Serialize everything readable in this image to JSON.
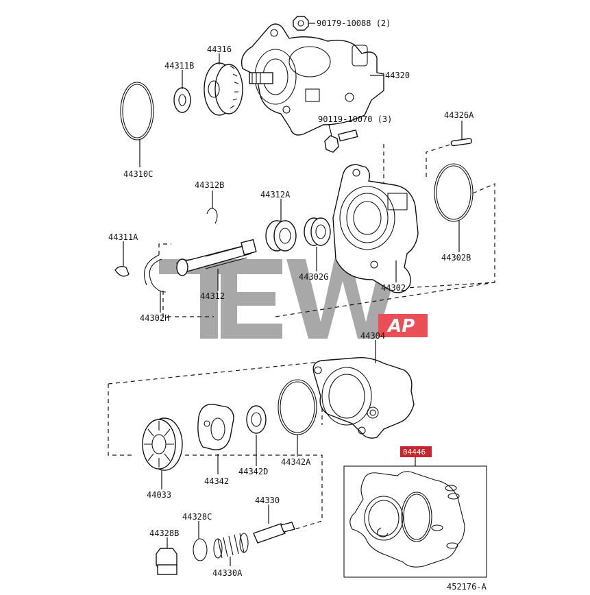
{
  "watermark": {
    "text": "TEW",
    "badge": "AP",
    "colors": {
      "gray": "#9a9a9a",
      "red": "#e8303a"
    }
  },
  "kit_badge": {
    "text": "04446",
    "color": "#c8262e"
  },
  "diagram_id": "452176-A",
  "parts": {
    "p90179": "90179-10088 (2)",
    "p44316": "44316",
    "p44311B": "44311B",
    "p44320": "44320",
    "p44310C": "44310C",
    "p90119": "90119-10070 (3)",
    "p44326A": "44326A",
    "p44312B": "44312B",
    "p44312A": "44312A",
    "p44311A": "44311A",
    "p44302B": "44302B",
    "p44302G": "44302G",
    "p44302": "44302",
    "p44312": "44312",
    "p44302H": "44302H",
    "p44304": "44304",
    "p44033": "44033",
    "p44342": "44342",
    "p44342D": "44342D",
    "p44342A": "44342A",
    "p44328C": "44328C",
    "p44330": "44330",
    "p44328B": "44328B",
    "p44330A": "44330A"
  }
}
